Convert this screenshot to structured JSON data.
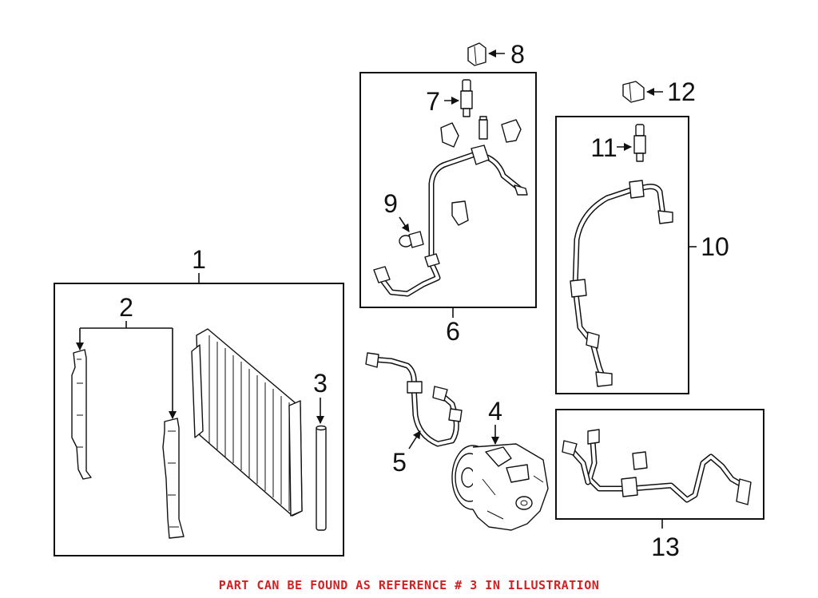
{
  "callouts": {
    "c1": "1",
    "c2": "2",
    "c3": "3",
    "c4": "4",
    "c5": "5",
    "c6": "6",
    "c7": "7",
    "c8": "8",
    "c9": "9",
    "c10": "10",
    "c11": "11",
    "c12": "12",
    "c13": "13"
  },
  "footer": {
    "note": "PART CAN BE FOUND AS REFERENCE # 3 IN ILLUSTRATION"
  },
  "colors": {
    "note": "#d42020",
    "lines": "#111111"
  }
}
